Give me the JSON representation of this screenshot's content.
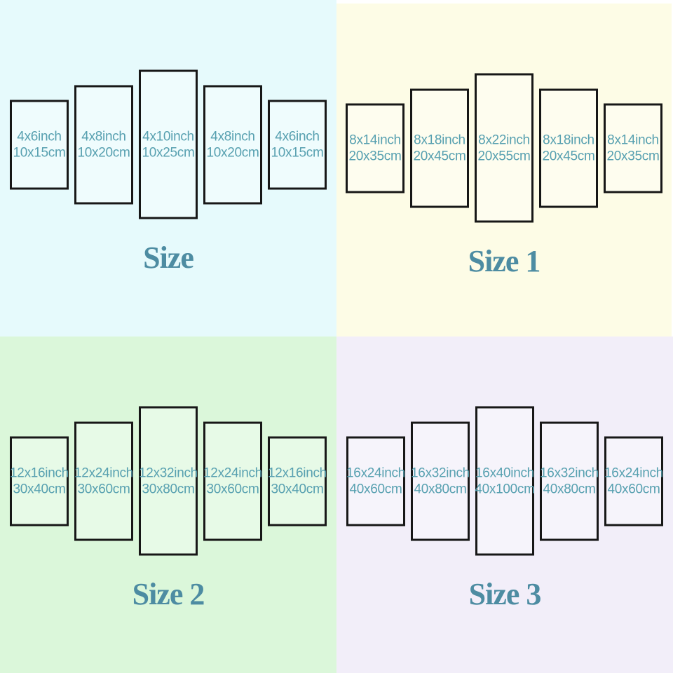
{
  "colors": {
    "label_text": "#57a0b0",
    "title_text": "#4d8ca2",
    "panel_border": "#171717",
    "quadrant_backgrounds": {
      "size": "#e6fafc",
      "size_1": "#fdfce6",
      "size_2": "#dbf7da",
      "size_3": "#f2eef9"
    }
  },
  "quadrants": [
    {
      "title": "Size",
      "bg": "#e6fafc",
      "panels": [
        {
          "line1": "4x6inch",
          "line2": "10x15cm"
        },
        {
          "line1": "4x8inch",
          "line2": "10x20cm"
        },
        {
          "line1": "4x10inch",
          "line2": "10x25cm"
        },
        {
          "line1": "4x8inch",
          "line2": "10x20cm"
        },
        {
          "line1": "4x6inch",
          "line2": "10x15cm"
        }
      ]
    },
    {
      "title": "Size 1",
      "bg": "#fdfce6",
      "panels": [
        {
          "line1": "8x14inch",
          "line2": "20x35cm"
        },
        {
          "line1": "8x18inch",
          "line2": "20x45cm"
        },
        {
          "line1": "8x22inch",
          "line2": "20x55cm"
        },
        {
          "line1": "8x18inch",
          "line2": "20x45cm"
        },
        {
          "line1": "8x14inch",
          "line2": "20x35cm"
        }
      ]
    },
    {
      "title": "Size 2",
      "bg": "#dbf7da",
      "panels": [
        {
          "line1": "12x16inch",
          "line2": "30x40cm"
        },
        {
          "line1": "12x24inch",
          "line2": "30x60cm"
        },
        {
          "line1": "12x32inch",
          "line2": "30x80cm"
        },
        {
          "line1": "12x24inch",
          "line2": "30x60cm"
        },
        {
          "line1": "12x16inch",
          "line2": "30x40cm"
        }
      ]
    },
    {
      "title": "Size 3",
      "bg": "#f2eef9",
      "panels": [
        {
          "line1": "16x24inch",
          "line2": "40x60cm"
        },
        {
          "line1": "16x32inch",
          "line2": "40x80cm"
        },
        {
          "line1": "16x40inch",
          "line2": "40x100cm"
        },
        {
          "line1": "16x32inch",
          "line2": "40x80cm"
        },
        {
          "line1": "16x24inch",
          "line2": "40x60cm"
        }
      ]
    }
  ]
}
